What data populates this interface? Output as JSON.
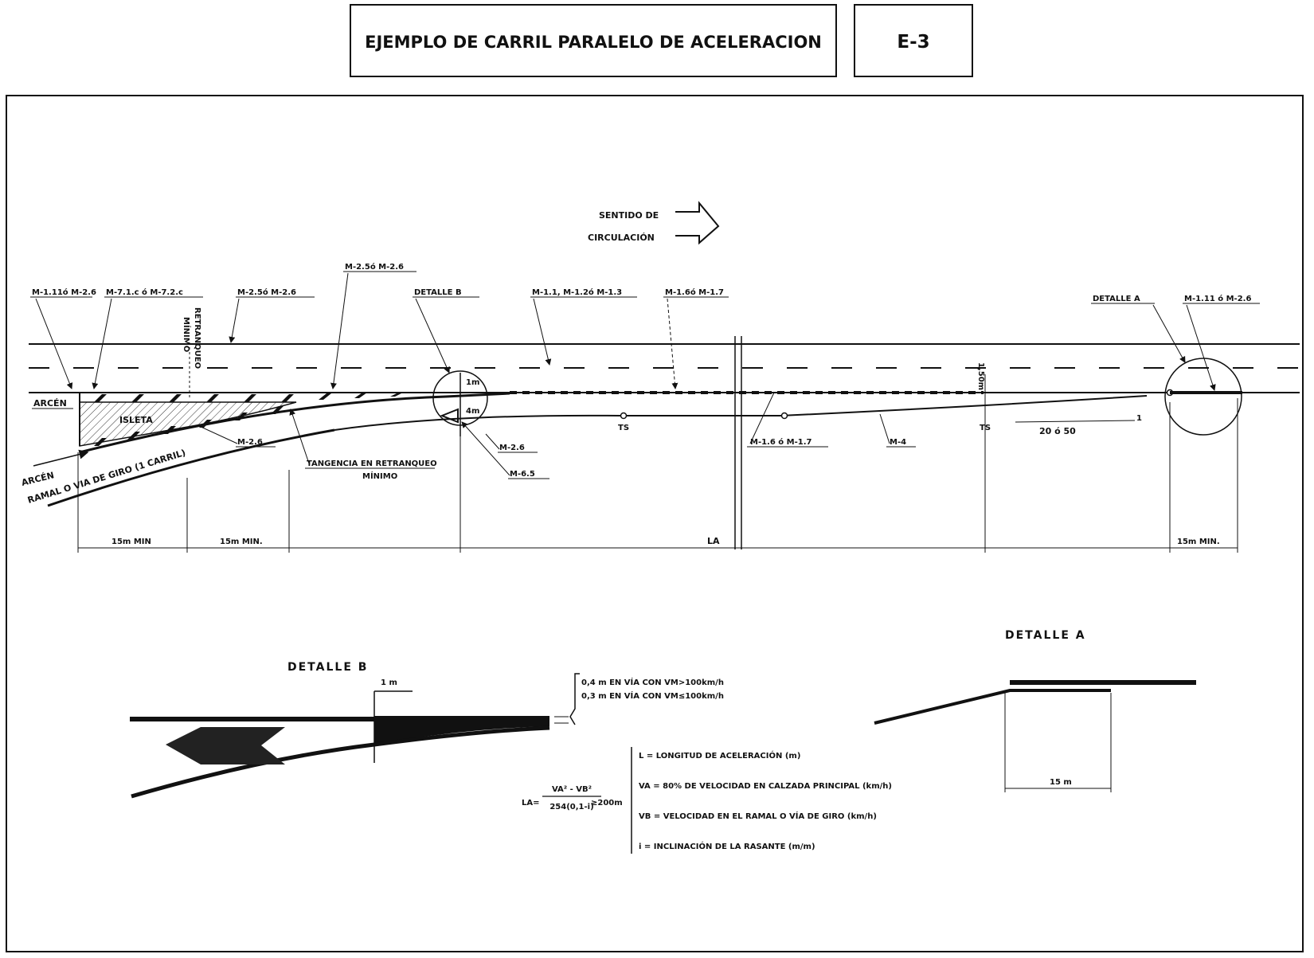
{
  "header": {
    "title": "EJEMPLO DE CARRIL PARALELO DE ACELERACION",
    "code": "E-3"
  },
  "plan": {
    "direction_line1": "SENTIDO DE",
    "direction_line2": "CIRCULACIÓN",
    "labels": {
      "m111_m26_left": "M-1.11ó M-2.6",
      "m71c_m72c": "M-7.1.c ó M-7.2.c",
      "m25_m26_a": "M-2.5ó M-2.6",
      "m25_m26_b": "M-2.5ó M-2.6",
      "detalle_b": "DETALLE B",
      "m11_m12_m13": "M-1.1, M-1.2ó M-1.3",
      "m16_m17_top": "M-1.6ó M-1.7",
      "detalle_a": "DETALLE A",
      "m111_m26_right": "M-1.11 ó M-2.6",
      "retranqueo_1": "RETRANQUEO",
      "retranqueo_2": "MÍNIMO",
      "arcen_top": "ARCÉN",
      "isleta": "ISLETA",
      "m26_a": "M-2.6",
      "m26_b": "M-2.6",
      "m65": "M-6.5",
      "arcen_ramal": "ARCÉN",
      "ramal": "RAMAL O VIA DE GIRO (1 CARRIL)",
      "tangencia_1": "TANGENCIA EN RETRANQUEO",
      "tangencia_2": "MÍNIMO",
      "ts_1": "TS",
      "ts_2": "TS",
      "m16_m17_bottom": "M-1.6 ó M-1.7",
      "m4": "M-4",
      "one_m": "1m",
      "four_m": "4m",
      "one_fifty_m": "1,50m",
      "ratio": "20 ó 50",
      "ratio_one": "1"
    },
    "dimensions": {
      "d1": "15m MIN",
      "d2": "15m MIN.",
      "la": "LA",
      "d_right": "15m MIN."
    }
  },
  "detail_b": {
    "title": "DETALLE B",
    "one_m": "1 m",
    "offset_1": "0,4 m  EN VÍA CON  VM>100km/h",
    "offset_2": "0,3 m  EN VÍA CON  VM≤100km/h"
  },
  "detail_a": {
    "title": "DETALLE A",
    "length": "15 m"
  },
  "formula": {
    "lhs": "LA=",
    "numerator": "VA² - VB²",
    "denominator": "254(0,1-i)",
    "rhs": "≥200m",
    "defs": [
      "L  = LONGITUD DE ACELERACIÓN  (m)",
      "VA = 80% DE VELOCIDAD EN CALZADA PRINCIPAL (km/h)",
      "VB = VELOCIDAD EN EL RAMAL O VÍA DE GIRO (km/h)",
      "i  = INCLINACIÓN DE LA RASANTE (m/m)"
    ]
  }
}
